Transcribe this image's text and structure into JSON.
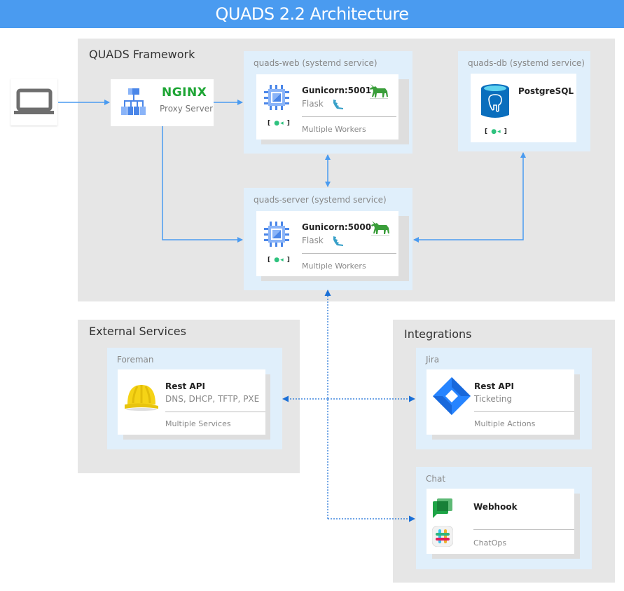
{
  "header": {
    "title": "QUADS 2.2 Architecture"
  },
  "colors": {
    "header": "#4a9bf0",
    "zone": "#e6e6e6",
    "service": "#e0effb",
    "arrow": "#4a9bf0",
    "dotted_arrow": "#1a6fd6",
    "status_dot": "#2ec27e"
  },
  "client": {
    "icon": "laptop-icon"
  },
  "framework": {
    "title": "QUADS Framework",
    "proxy": {
      "logo_text": "NGINX",
      "label": "Proxy Server",
      "icon": "sitemap-icon"
    },
    "quads_web": {
      "service_label": "quads-web (systemd service)",
      "title": "Gunicorn:5001",
      "subtitle": "Flask",
      "footer": "Multiple Workers",
      "indicator": "[ ●◂ ]"
    },
    "quads_db": {
      "service_label": "quads-db (systemd service)",
      "title": "PostgreSQL",
      "indicator": "[ ●◂ ]"
    },
    "quads_server": {
      "service_label": "quads-server (systemd service)",
      "title": "Gunicorn:5000",
      "subtitle": "Flask",
      "footer": "Multiple Workers",
      "indicator": "[ ●◂ ]"
    }
  },
  "external": {
    "title": "External Services",
    "foreman": {
      "service_label": "Foreman",
      "title": "Rest API",
      "subtitle": "DNS, DHCP, TFTP, PXE",
      "footer": "Multiple Services"
    }
  },
  "integrations": {
    "title": "Integrations",
    "jira": {
      "service_label": "Jira",
      "title": "Rest API",
      "subtitle": "Ticketing",
      "footer": "Multiple Actions"
    },
    "chat": {
      "service_label": "Chat",
      "title": "Webhook",
      "footer": "ChatOps"
    }
  }
}
